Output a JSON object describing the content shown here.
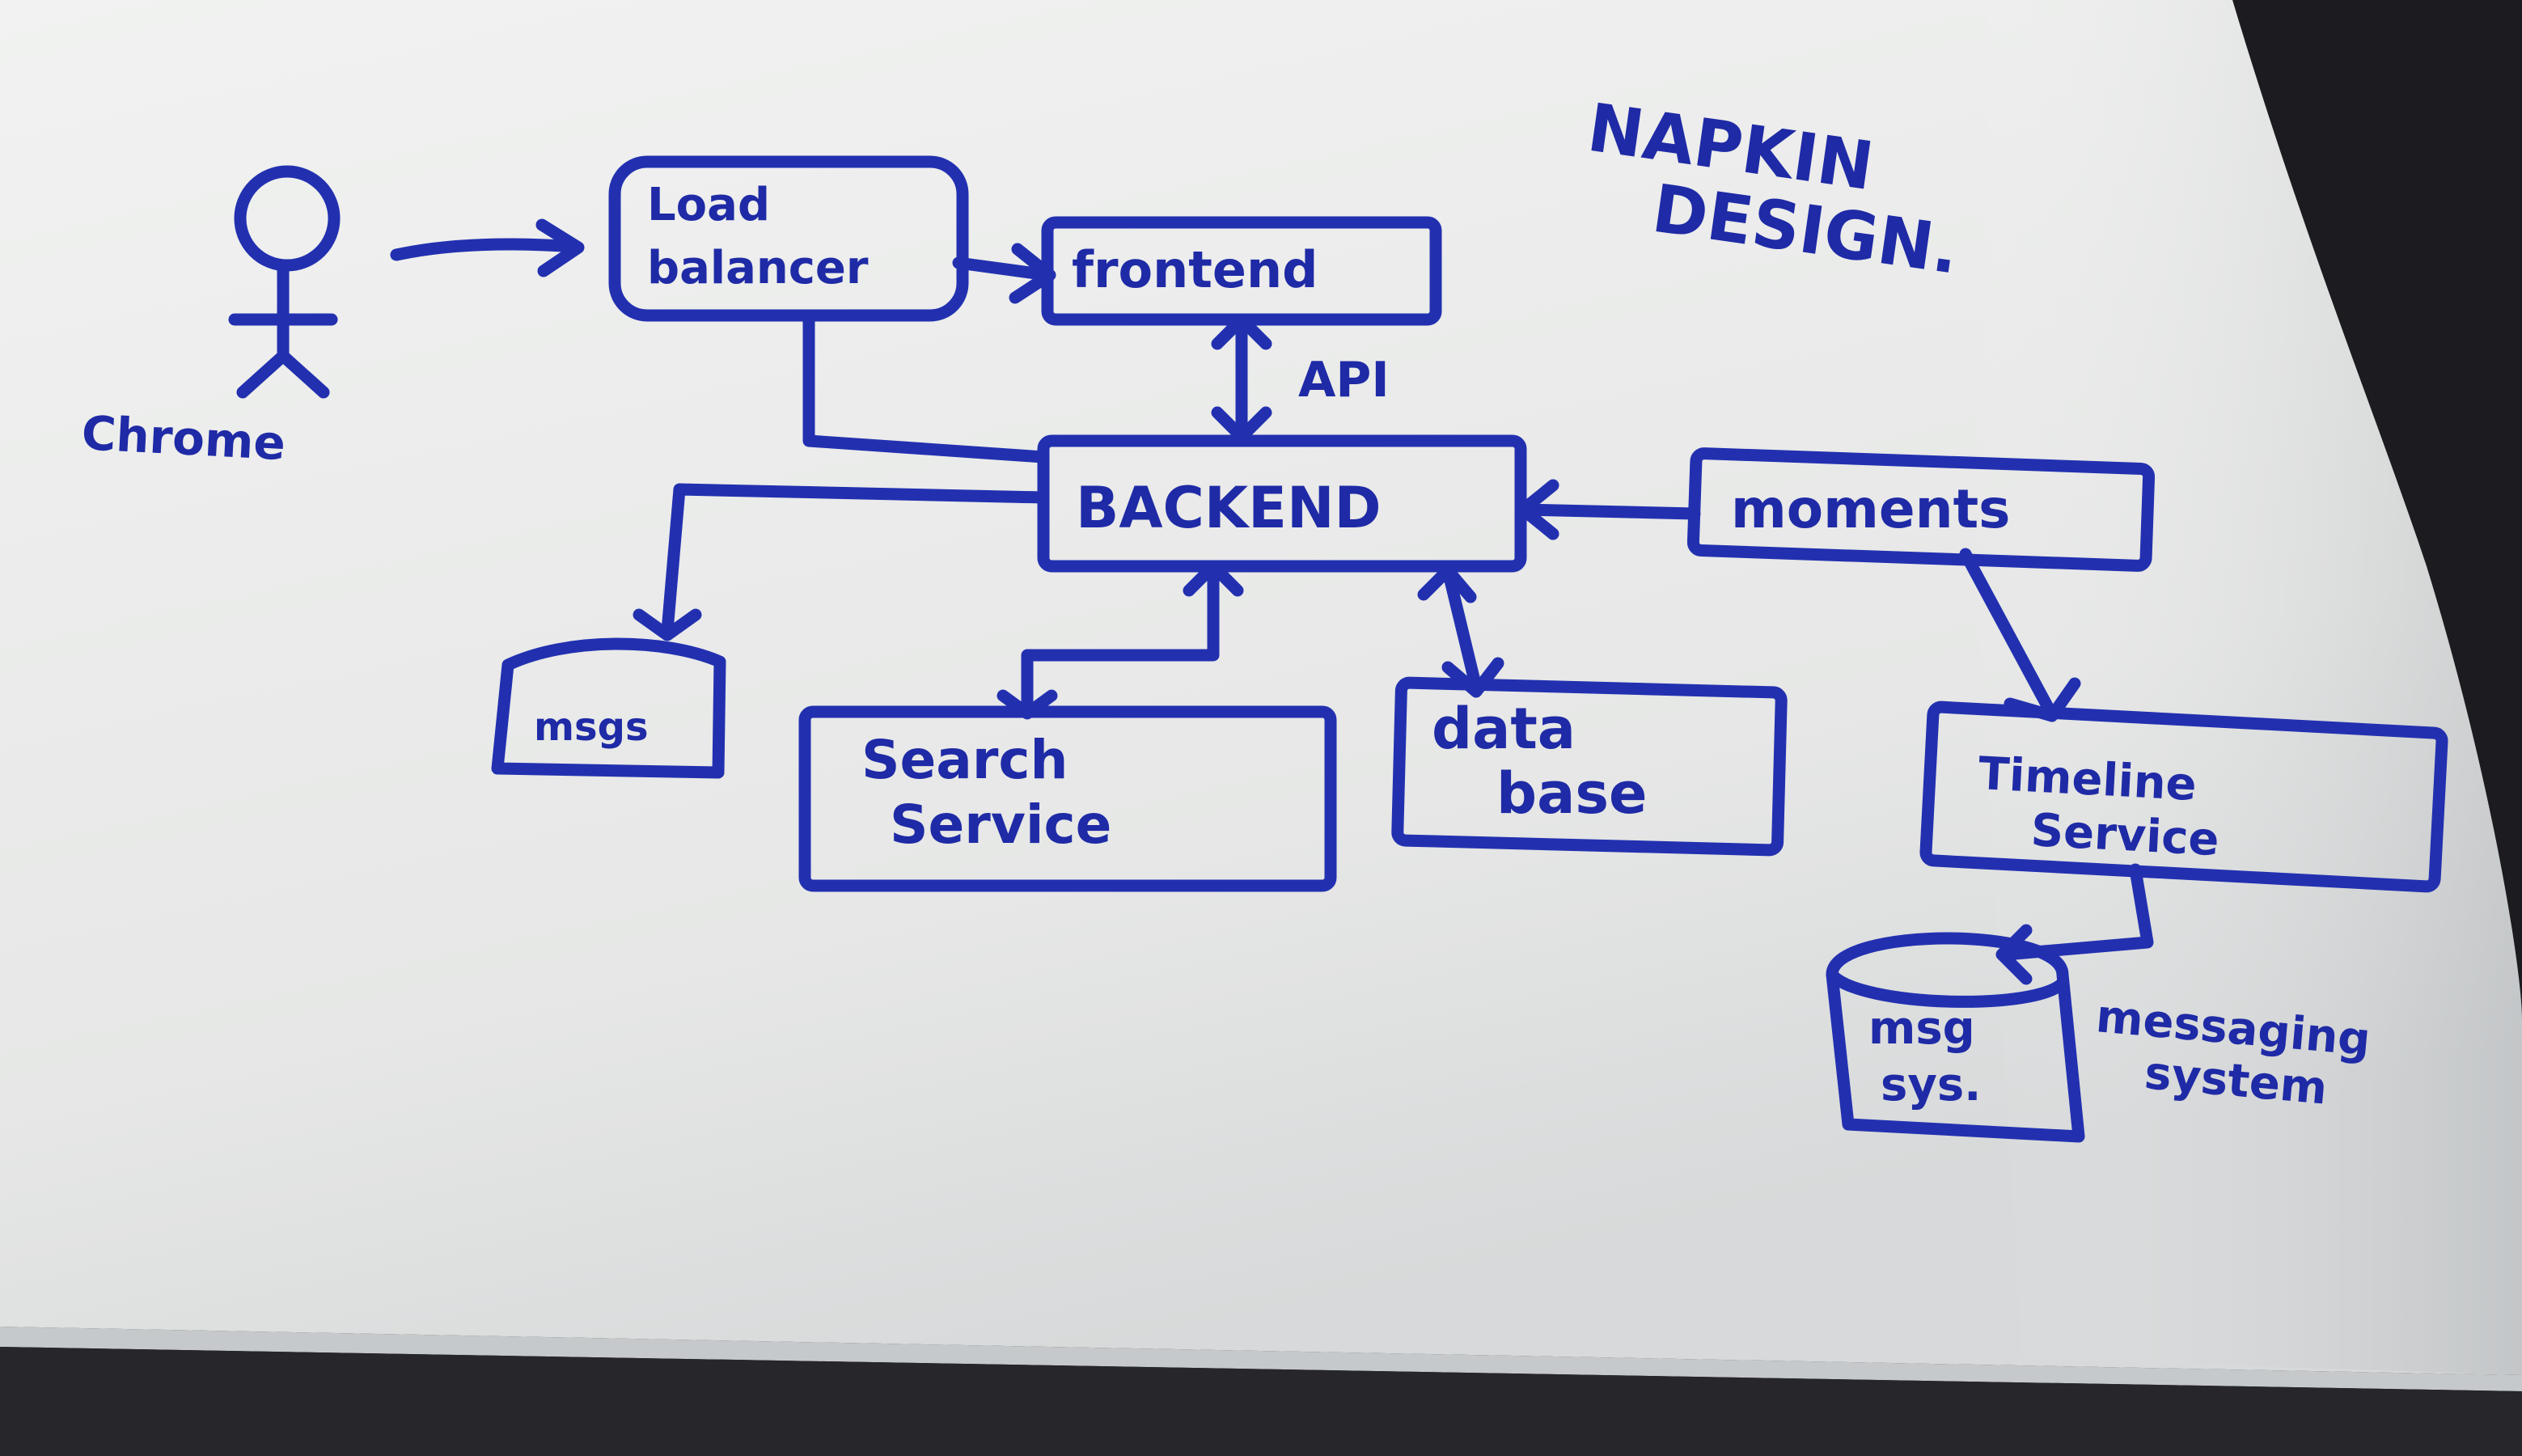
{
  "title_lines": [
    "NAPKIN",
    "DESIGN."
  ],
  "actor": {
    "label": "Chrome",
    "icon": "stick-figure-icon"
  },
  "nodes": {
    "load_balancer": [
      "Load",
      "balancer"
    ],
    "frontend": [
      "frontend"
    ],
    "backend": [
      "BACKEND"
    ],
    "moments": [
      "moments"
    ],
    "msgs": [
      "msgs"
    ],
    "search_service": [
      "Search",
      "Service"
    ],
    "database": [
      "data",
      "base"
    ],
    "timeline_service": [
      "Timeline",
      "Service"
    ],
    "msg_store": [
      "msg",
      "sys."
    ]
  },
  "edge_labels": {
    "api": "API",
    "messaging": [
      "messaging",
      "system"
    ]
  },
  "colors": {
    "ink": "#2230b0",
    "board": "#e9eaea",
    "background": "#1c1c20"
  }
}
